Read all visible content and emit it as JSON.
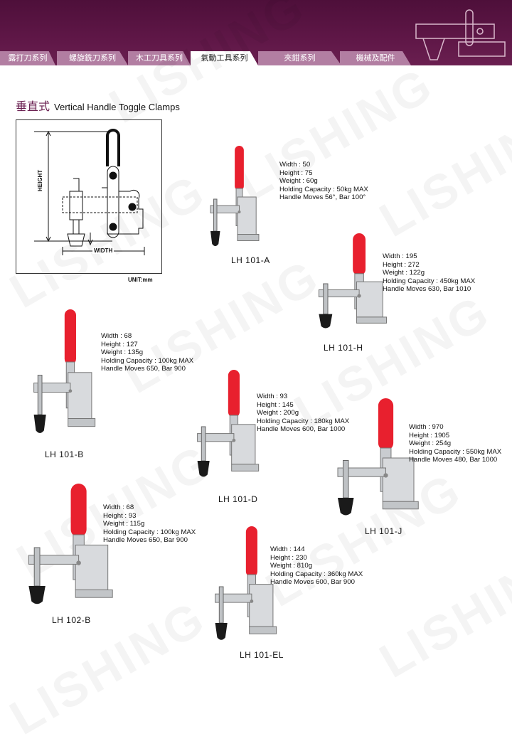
{
  "watermark": "LISHING",
  "nav": {
    "tabs": [
      {
        "label": "露打刀系列",
        "active": false
      },
      {
        "label": "螺旋銑刀系列",
        "active": false
      },
      {
        "label": "木工刀具系列",
        "active": false
      },
      {
        "label": "氣動工具系列",
        "active": true
      },
      {
        "label": "夾鉗系列",
        "active": false
      },
      {
        "label": "機械及配件",
        "active": false
      }
    ]
  },
  "section": {
    "title_zh": "垂直式",
    "title_en": "Vertical Handle Toggle Clamps"
  },
  "diagram": {
    "height_label": "HEIGHT",
    "width_label": "WIDTH",
    "unit": "UNIT:mm"
  },
  "colors": {
    "header": "#5f1747",
    "tab": "#b27ea2",
    "handle": "#e8202e"
  },
  "products": [
    {
      "model": "LH 101-A",
      "width": "Width : 50",
      "height": "Height : 75",
      "weight": "Weight : 60g",
      "capacity": "Holding Capacity : 50kg MAX",
      "moves": "Handle Moves 56°, Bar 100°"
    },
    {
      "model": "LH 101-H",
      "width": "Width : 195",
      "height": "Height : 272",
      "weight": "Weight : 122g",
      "capacity": "Holding Capacity : 450kg MAX",
      "moves": "Handle Moves 630, Bar 1010"
    },
    {
      "model": "LH 101-B",
      "width": "Width : 68",
      "height": "Height : 127",
      "weight": "Weight : 135g",
      "capacity": "Holding Capacity : 100kg MAX",
      "moves": "Handle Moves 650, Bar 900"
    },
    {
      "model": "LH 101-D",
      "width": "Width : 93",
      "height": "Height : 145",
      "weight": "Weight : 200g",
      "capacity": "Holding Capacity : 180kg MAX",
      "moves": "Handle Moves 600, Bar 1000"
    },
    {
      "model": "LH 101-J",
      "width": "Width : 970",
      "height": "Height : 1905",
      "weight": "Weight : 254g",
      "capacity": "Holding Capacity : 550kg MAX",
      "moves": "Handle Moves 480, Bar 1000"
    },
    {
      "model": "LH 102-B",
      "width": "Width : 68",
      "height": "Height : 93",
      "weight": "Weight : 115g",
      "capacity": "Holding Capacity : 100kg MAX",
      "moves": "Handle Moves 650, Bar 900"
    },
    {
      "model": "LH 101-EL",
      "width": "Width : 144",
      "height": "Height : 230",
      "weight": "Weight : 810g",
      "capacity": "Holding Capacity : 360kg MAX",
      "moves": "Handle Moves 600, Bar 900"
    }
  ]
}
